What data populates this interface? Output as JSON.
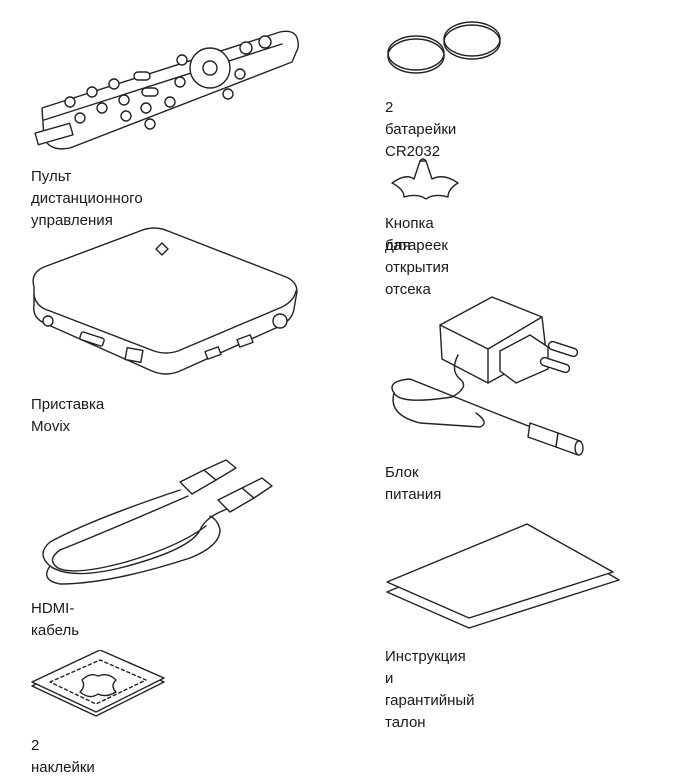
{
  "items": {
    "remote": {
      "caption": "Пульт дистанционного управления",
      "icon": "remote-control-icon"
    },
    "batteries": {
      "caption": "2 батарейки CR2032",
      "icon": "coin-batteries-icon"
    },
    "battery_opener": {
      "caption_line1": "Кнопка для открытия отсека",
      "caption_line2": "батареек",
      "icon": "battery-opener-icon"
    },
    "device": {
      "caption": "Приставка Movix",
      "icon": "set-top-box-icon"
    },
    "power": {
      "caption": "Блок питания",
      "icon": "power-adapter-icon"
    },
    "hdmi": {
      "caption": "HDMI-кабель",
      "icon": "hdmi-cable-icon"
    },
    "manual": {
      "caption": "Инструкция и гарантийный талон",
      "icon": "documents-icon"
    },
    "stickers": {
      "caption": "2 наклейки",
      "icon": "stickers-icon"
    }
  }
}
